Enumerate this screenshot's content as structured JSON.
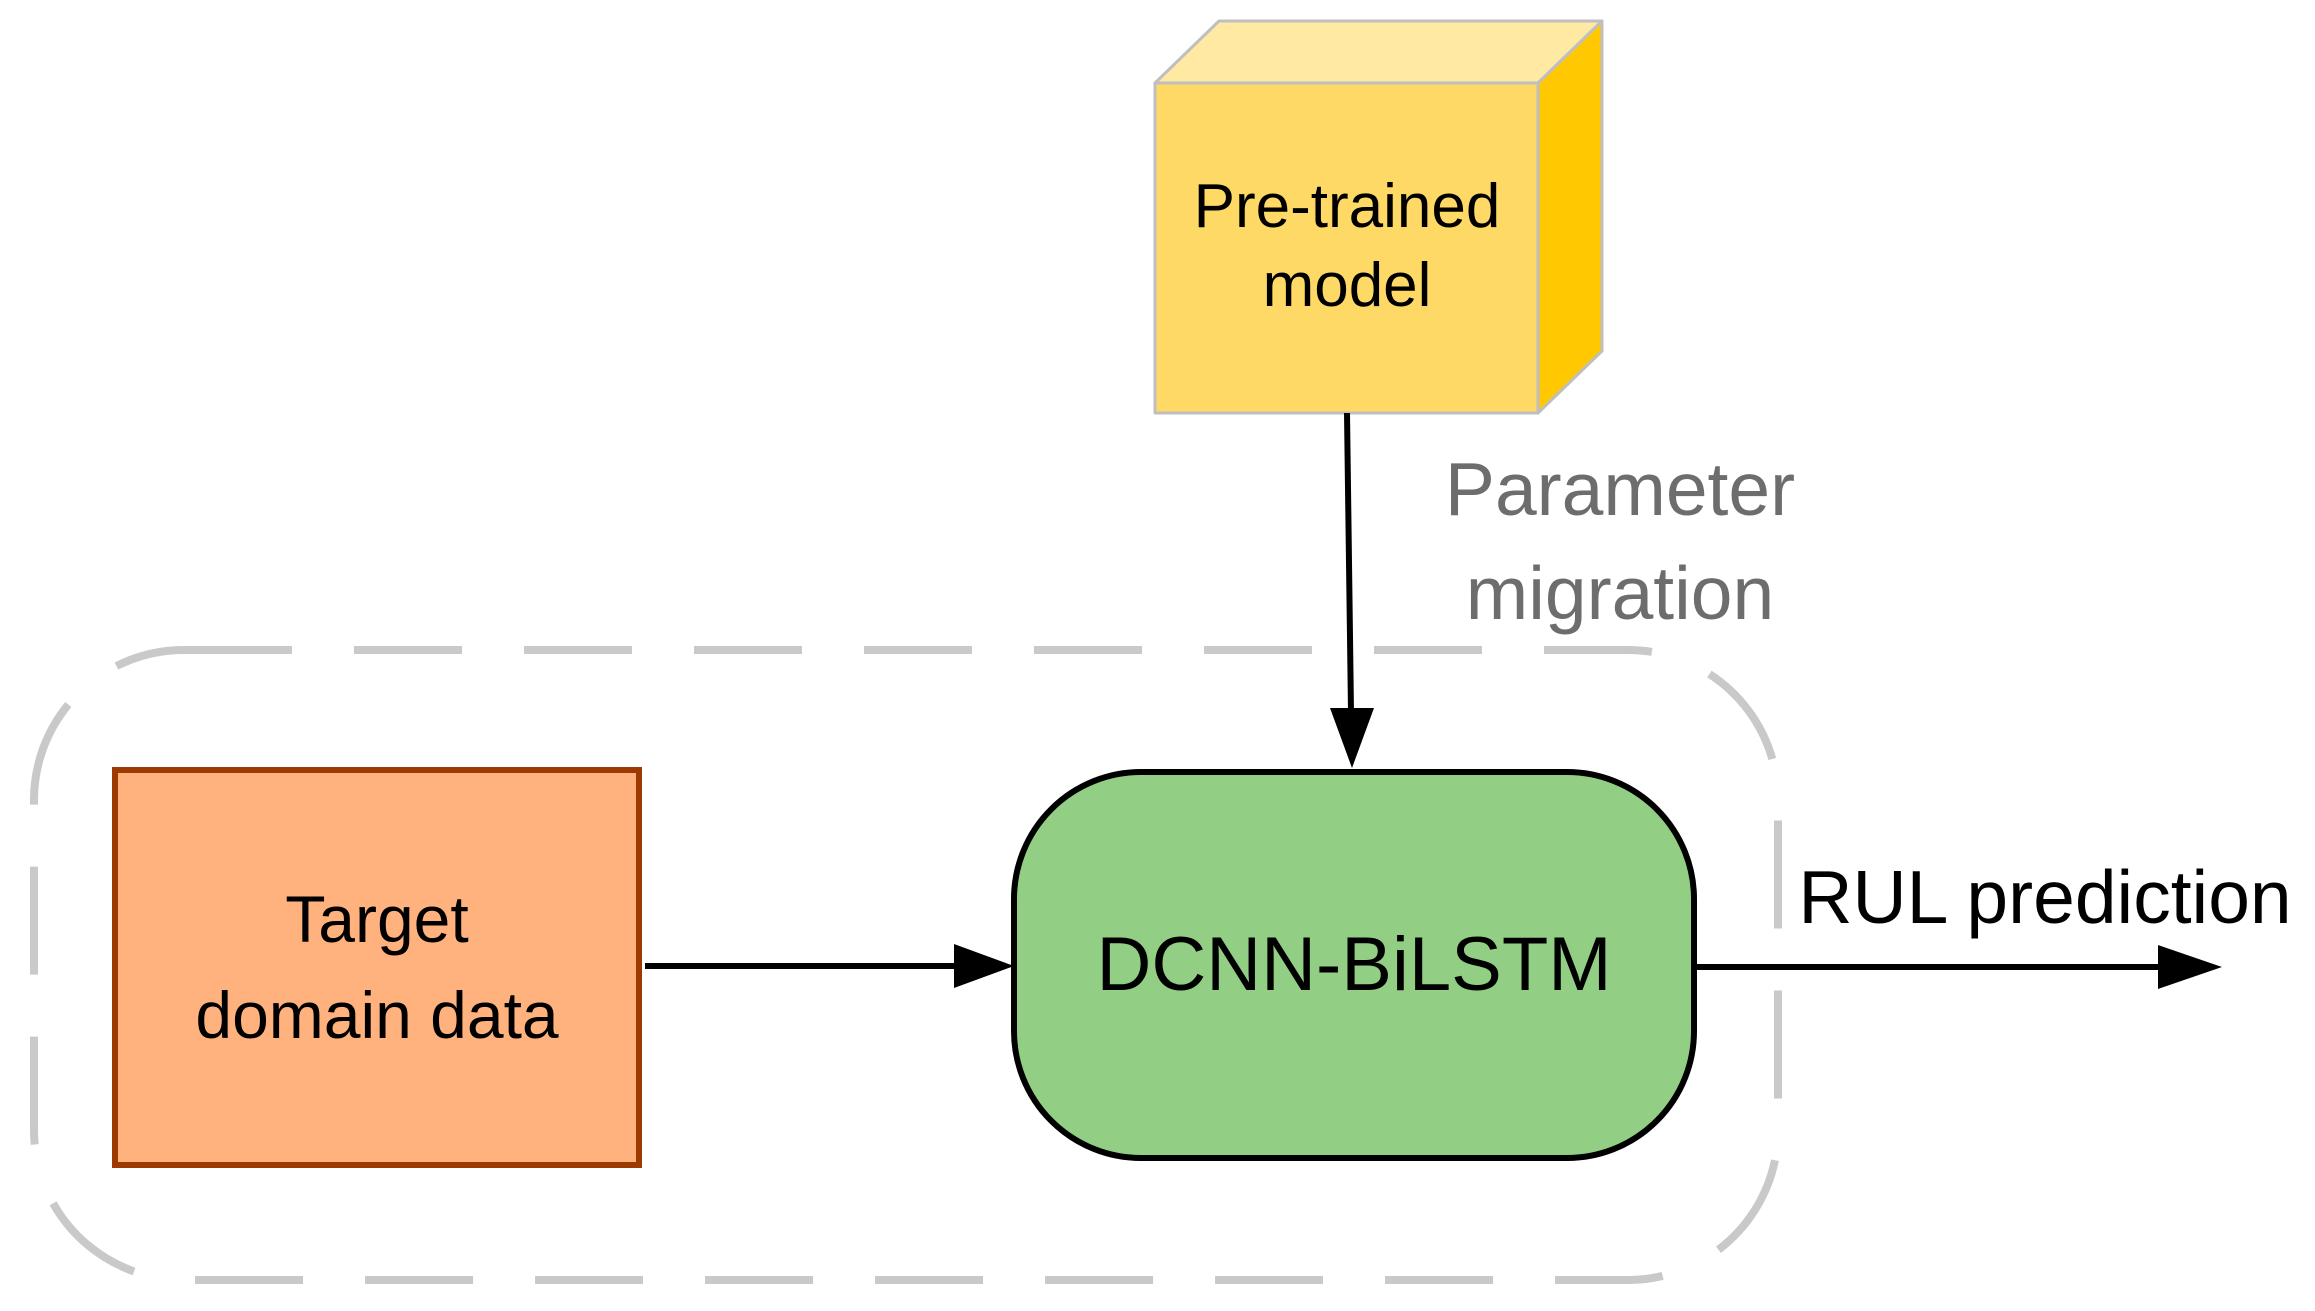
{
  "colors": {
    "cube_front": "#FFD966",
    "cube_top": "#FFE9A3",
    "cube_side": "#FFC800",
    "cube_border": "#BFBFBF",
    "target_fill": "#FFB27D",
    "target_border": "#9C3A02",
    "model_fill": "#92CF84",
    "model_border": "#000000",
    "dashed_border": "#C9C9C9",
    "arrow": "#000000",
    "migration_text": "#6D6D6D",
    "text": "#000000"
  },
  "nodes": {
    "pretrained": {
      "label": "Pre-trained\nmodel"
    },
    "target": {
      "label": "Target\ndomain data"
    },
    "model": {
      "label": "DCNN-BiLSTM"
    }
  },
  "annotations": {
    "migration": {
      "label": "Parameter\nmigration"
    },
    "rul": {
      "label": "RUL prediction"
    }
  }
}
